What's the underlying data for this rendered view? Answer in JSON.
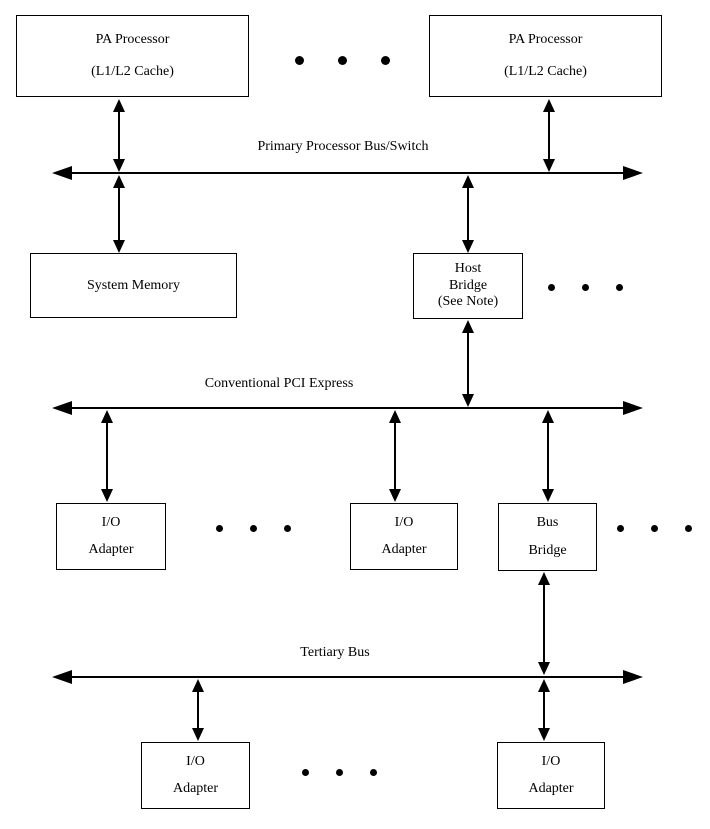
{
  "colors": {
    "background": "#ffffff",
    "line": "#000000"
  },
  "nodes": {
    "pa_processor_1": {
      "line1": "PA Processor",
      "line2": "(L1/L2 Cache)"
    },
    "pa_processor_2": {
      "line1": "PA Processor",
      "line2": "(L1/L2 Cache)"
    },
    "system_memory": {
      "line1": "System Memory"
    },
    "host_bridge": {
      "line1": "Host",
      "line2": "Bridge",
      "line3": "(See Note)"
    },
    "io_adapter_1": {
      "line1": "I/O",
      "line2": "Adapter"
    },
    "io_adapter_2": {
      "line1": "I/O",
      "line2": "Adapter"
    },
    "bus_bridge": {
      "line1": "Bus",
      "line2": "Bridge"
    },
    "io_adapter_3": {
      "line1": "I/O",
      "line2": "Adapter"
    },
    "io_adapter_4": {
      "line1": "I/O",
      "line2": "Adapter"
    }
  },
  "buses": {
    "primary": {
      "label": "Primary Processor Bus/Switch"
    },
    "pci": {
      "label": "Conventional PCI Express"
    },
    "tertiary": {
      "label": "Tertiary Bus"
    }
  }
}
